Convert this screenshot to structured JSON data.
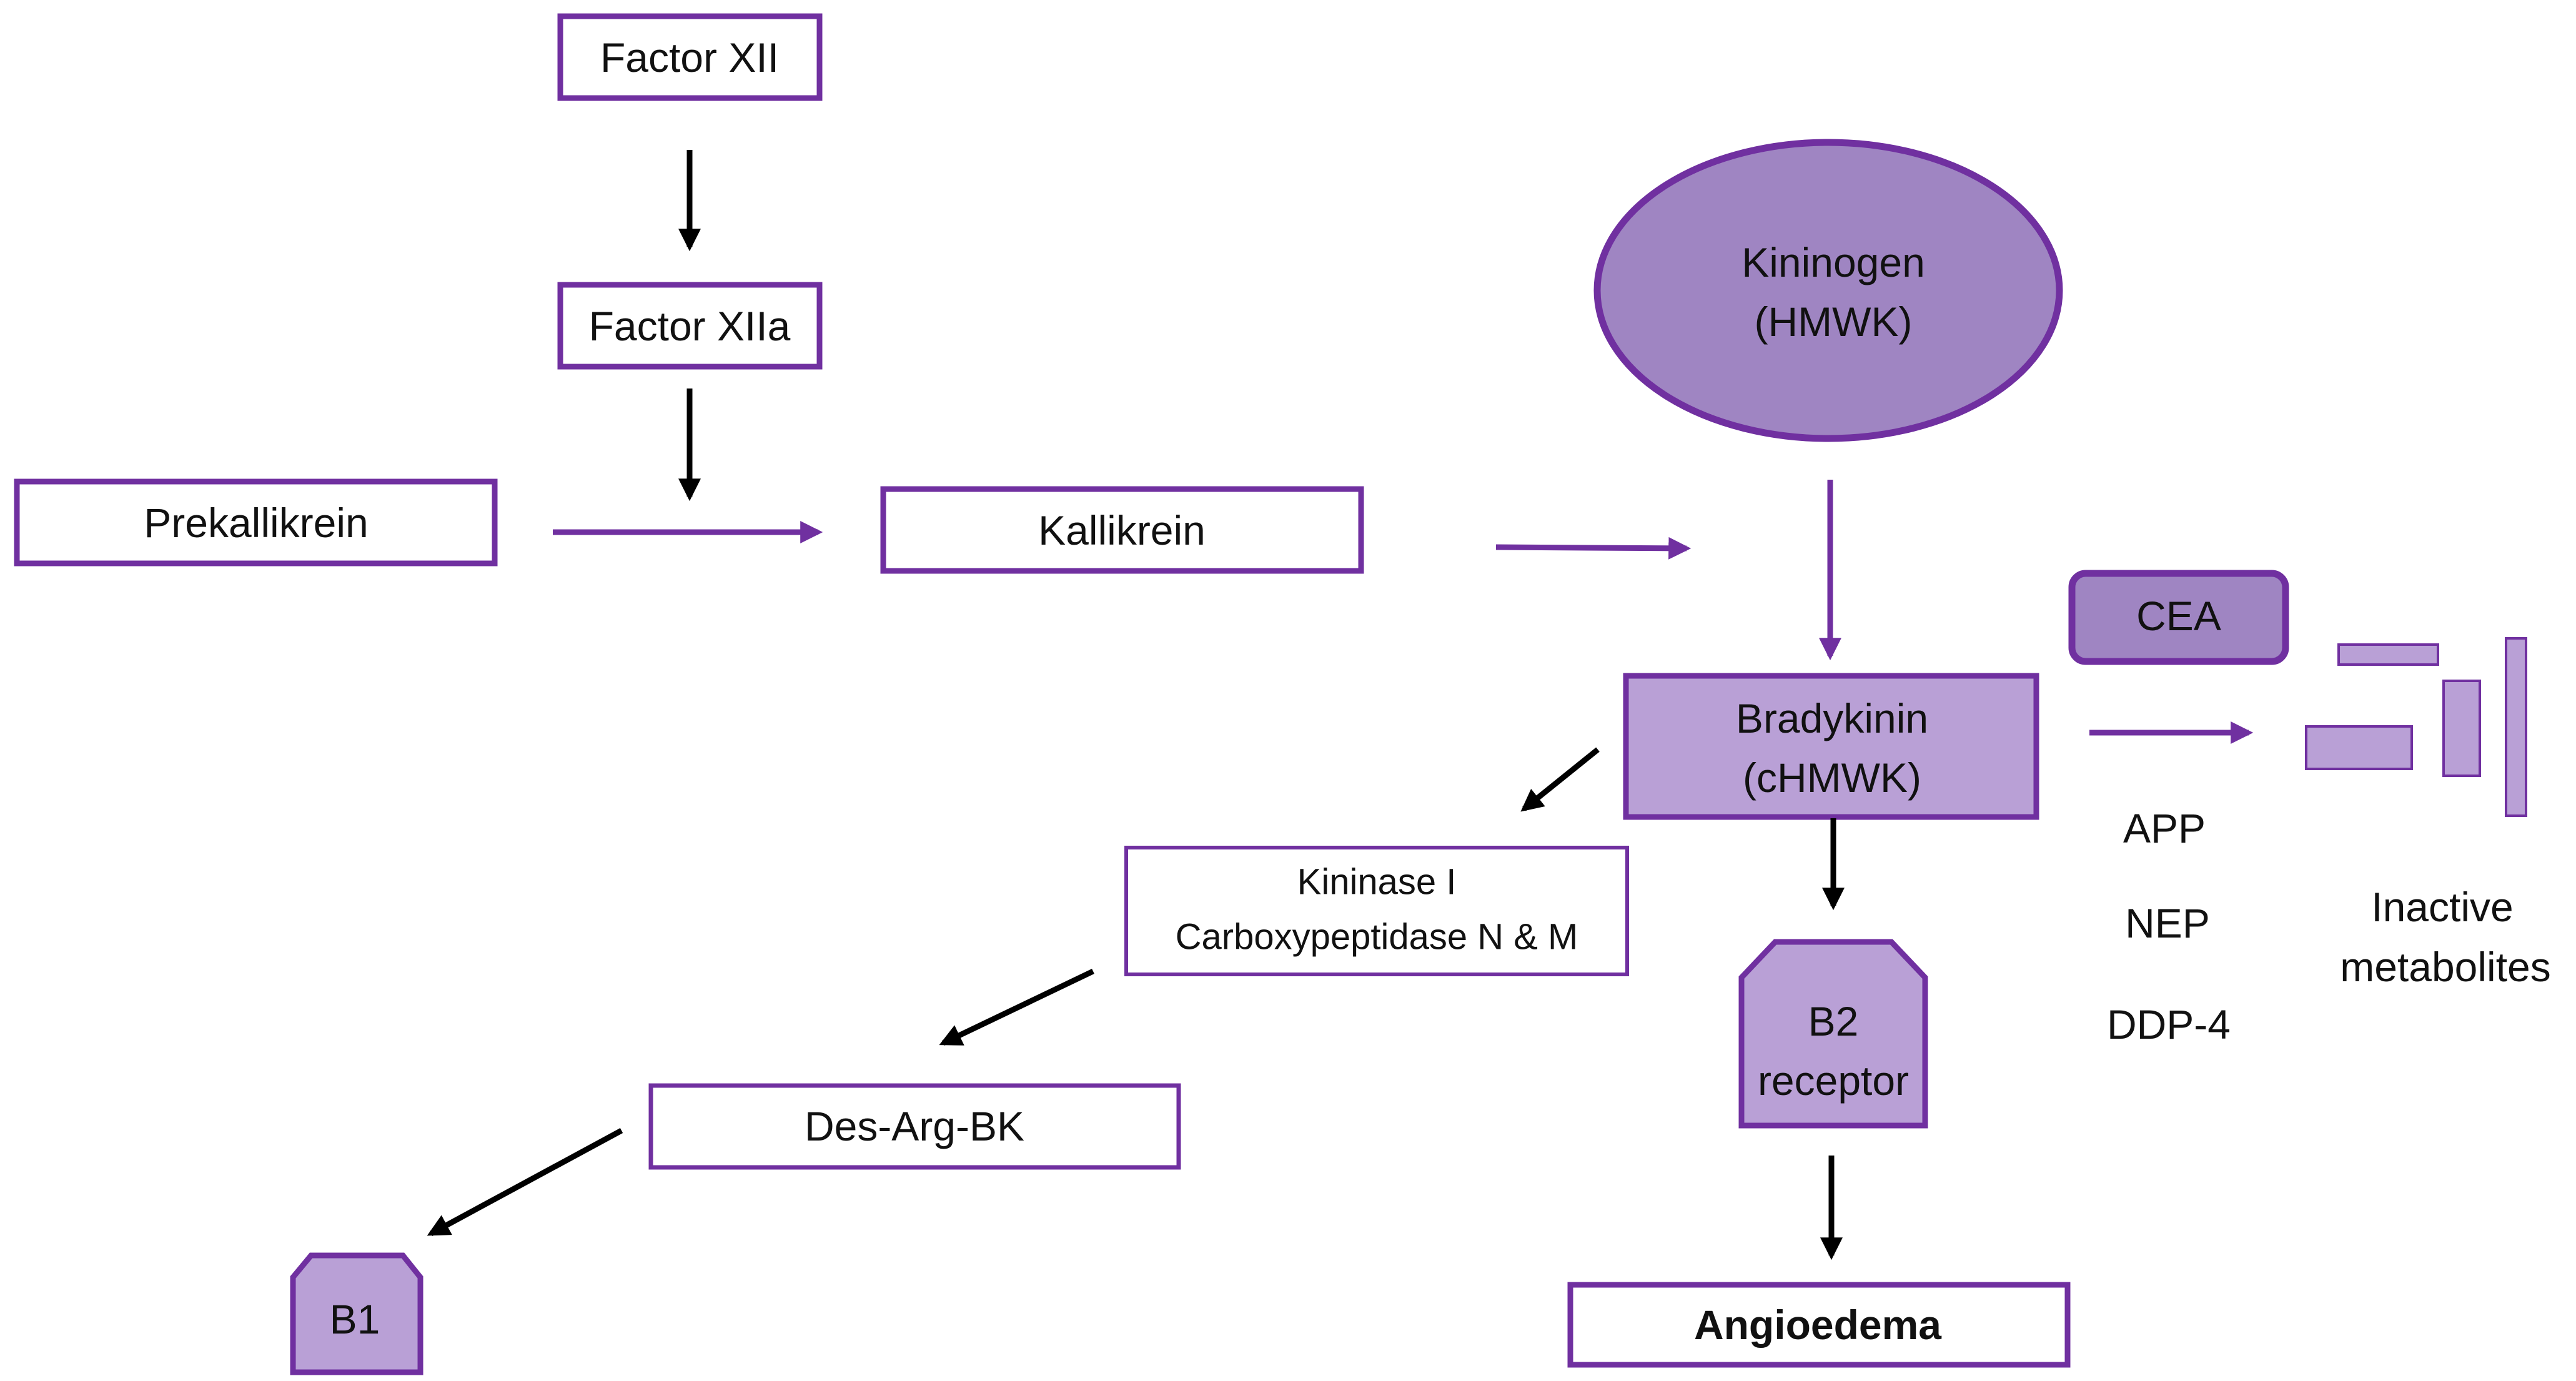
{
  "nodes": {
    "factor_xii": "Factor XII",
    "factor_xiia": "Factor XIIa",
    "prekallikrein": "Prekallikrein",
    "kallikrein": "Kallikrein",
    "kininogen": [
      "Kininogen",
      "(HMWK)"
    ],
    "bradykinin": [
      "Bradykinin",
      "(cHMWK)"
    ],
    "kininase": [
      "Kininase I",
      "Carboxypeptidase  N & M"
    ],
    "des_arg_bk": "Des-Arg-BK",
    "b1": "B1",
    "b2_receptor": [
      "B2",
      "receptor"
    ],
    "angioedema": "Angioedema",
    "cea": "CEA",
    "enzymes": [
      "APP",
      "NEP",
      "DDP-4"
    ],
    "inactive_metabolites": [
      "Inactive",
      "metabolites"
    ]
  },
  "colors": {
    "outline": "#7030a0",
    "fill_light": "#b9a0d6",
    "fill_dark": "#9f85c2",
    "arrow_black": "#000000"
  }
}
